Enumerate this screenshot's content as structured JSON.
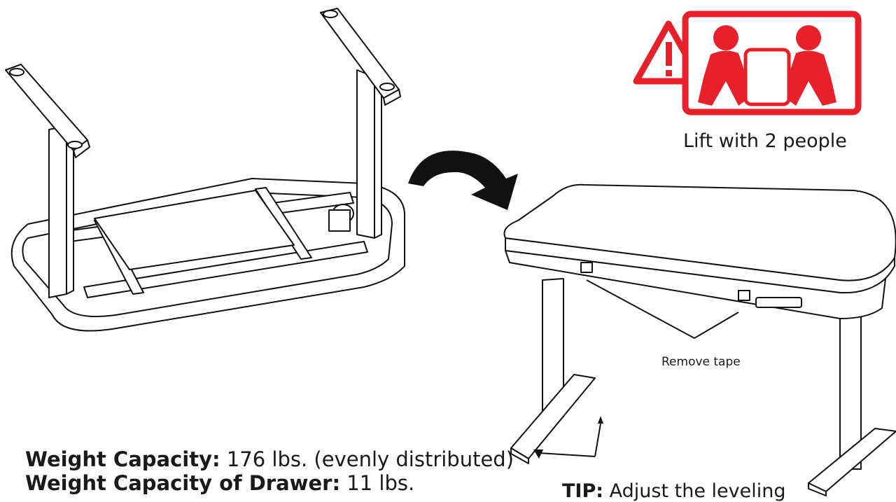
{
  "warning": {
    "icon": "two-person-lift-icon",
    "alert_icon": "warning-triangle-icon",
    "color": "#e8202a",
    "caption": "Lift with 2 people"
  },
  "flip_arrow_icon": "curved-arrow-icon",
  "desk_callout": {
    "label": "Remove tape"
  },
  "specs": [
    {
      "label": "Weight Capacity:",
      "value": " 176 lbs. (evenly distributed)"
    },
    {
      "label": "Weight Capacity of Drawer:",
      "value": " 11 lbs."
    }
  ],
  "tip": {
    "label": "TIP:",
    "text": " Adjust the leveling"
  }
}
